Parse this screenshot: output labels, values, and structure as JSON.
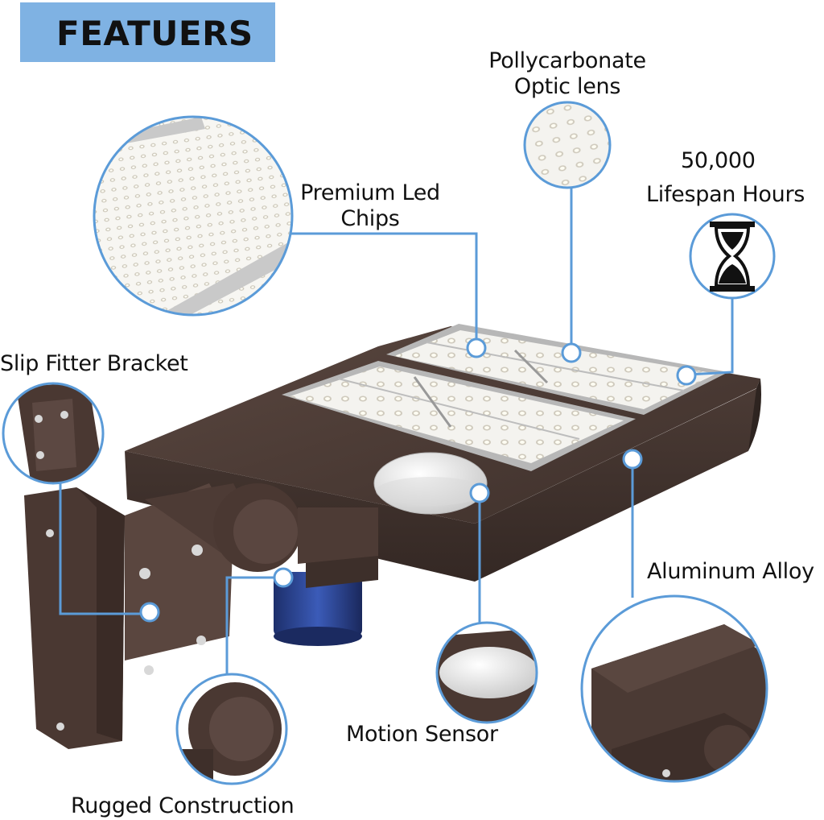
{
  "title": "FEATUERS",
  "features": {
    "chips": "Premium Led\nChips",
    "lens": "Pollycarbonate\nOptic lens",
    "lifespan_value": "50,000",
    "lifespan_label": "Lifespan Hours",
    "bracket": "Slip Fitter Bracket",
    "alloy": "Aluminum Alloy",
    "sensor": "Motion Sensor",
    "construction": "Rugged Construction"
  },
  "colors": {
    "accent": "#5b9bd8",
    "title_bg": "#7fb2e3",
    "housing": "#4a3a34"
  }
}
